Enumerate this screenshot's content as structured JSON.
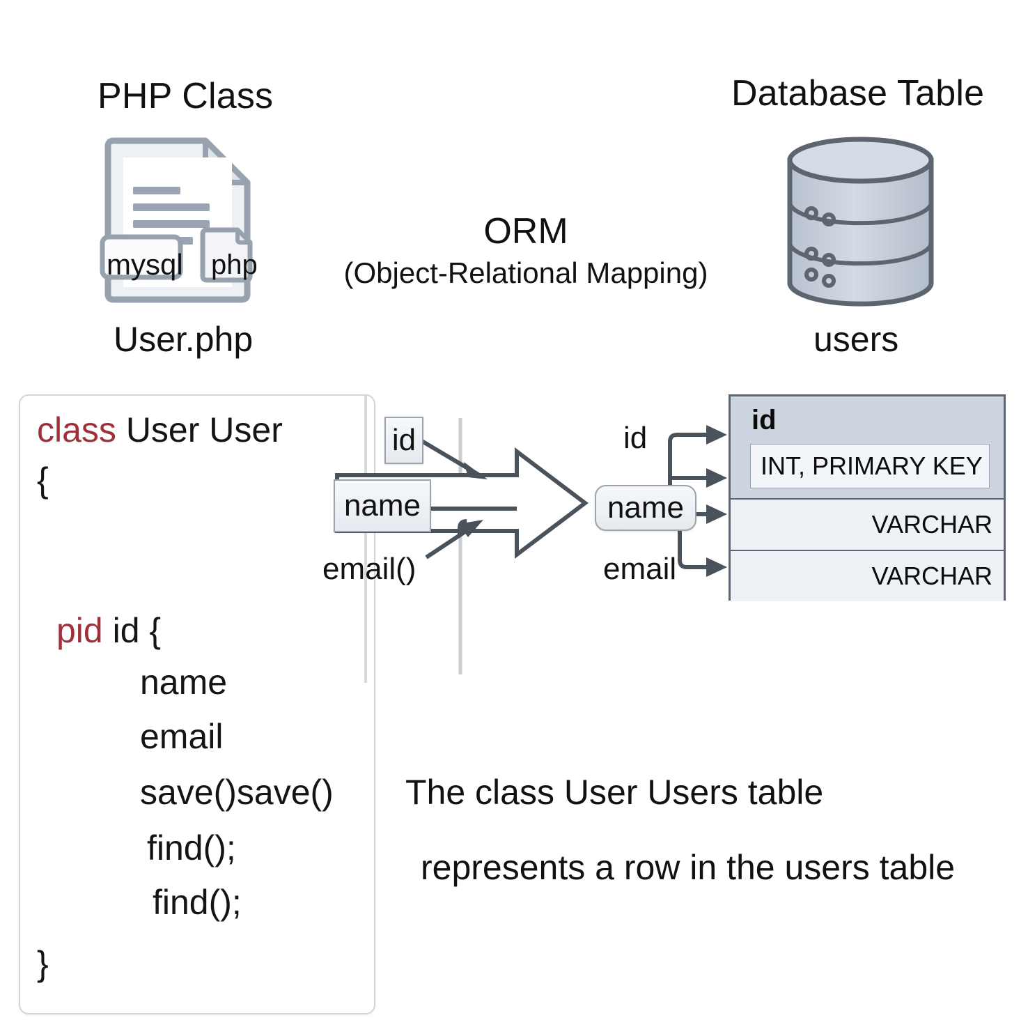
{
  "columns": {
    "left": {
      "title": "PHP Class",
      "icon": "php-file-icon",
      "badge_mysql": "mysql",
      "badge_php": "php",
      "caption": "User.php"
    },
    "center": {
      "title": "ORM",
      "subtitle": "(Object-Relational Mapping)",
      "icon": "block-arrow-right-icon"
    },
    "right": {
      "title": "Database Table",
      "icon": "database-cylinder-icon",
      "caption": "users"
    }
  },
  "code_panel": {
    "lines": [
      {
        "keyword": "class",
        "text": " User User"
      },
      {
        "keyword": "",
        "text": "{"
      },
      {
        "keyword": "pid",
        "text": "  id {"
      },
      {
        "keyword": "",
        "text": "name"
      },
      {
        "keyword": "",
        "text": "email"
      },
      {
        "keyword": "",
        "text": "save()save()"
      },
      {
        "keyword": "",
        "text": "find();"
      },
      {
        "keyword": "",
        "text": "find();"
      },
      {
        "keyword": "",
        "text": "}"
      }
    ],
    "keyword_color": "#9e3039"
  },
  "mapping": {
    "source_fields": [
      {
        "label": "id",
        "style": "box"
      },
      {
        "label": "name",
        "style": "box"
      },
      {
        "label": "email()",
        "style": "plain"
      }
    ],
    "target_fields": [
      {
        "label": "id",
        "style": "plain"
      },
      {
        "label": "name",
        "style": "rounded-box"
      },
      {
        "label": "email",
        "style": "plain"
      }
    ]
  },
  "db_table": {
    "header": "id",
    "header_type": "INT, PRIMARY KEY",
    "rows": [
      {
        "type": "VARCHAR"
      },
      {
        "type": "VARCHAR"
      }
    ]
  },
  "footnote": {
    "line1": "The class User  Users table",
    "line2": "represents a row in the users table"
  },
  "colors": {
    "keyword_red": "#9e3039",
    "table_header": "#ccd4e0",
    "table_row": "#eef1f5",
    "table_border": "#5d6570",
    "icon_outline": "#8a95a3",
    "connector": "#4a525c"
  }
}
